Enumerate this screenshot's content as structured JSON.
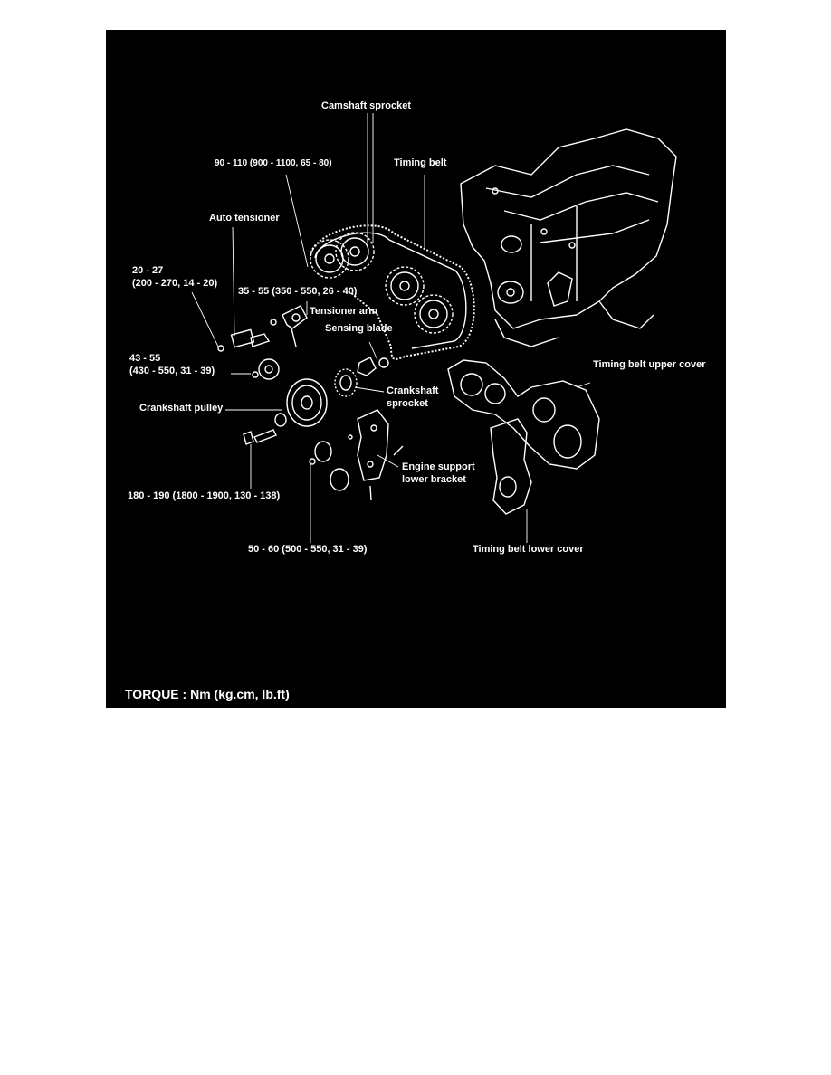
{
  "colors": {
    "background": "#000000",
    "lines": "#ffffff"
  },
  "labels": {
    "camshaft_sprocket": "Camshaft sprocket",
    "cam_torque": "90 - 110 (900 - 1100, 65 - 80)",
    "timing_belt": "Timing belt",
    "auto_tensioner": "Auto tensioner",
    "torque_20_27_line1": "20 - 27",
    "torque_20_27_line2": "(200 - 270, 14 - 20)",
    "torque_35_55": "35 - 55 (350 - 550, 26 - 40)",
    "tensioner_arm": "Tensioner arm",
    "sensing_blade": "Sensing blade",
    "torque_43_55_line1": "43 - 55",
    "torque_43_55_line2": "(430 - 550, 31 - 39)",
    "timing_belt_upper_cover": "Timing belt upper cover",
    "crankshaft_sprocket_line1": "Crankshaft",
    "crankshaft_sprocket_line2": "sprocket",
    "crankshaft_pulley": "Crankshaft pulley",
    "engine_support_line1": "Engine support",
    "engine_support_line2": "lower bracket",
    "torque_180_190": "180 - 190 (1800 - 1900, 130 - 138)",
    "torque_50_60": "50 - 60 (500 - 550, 31 - 39)",
    "timing_belt_lower_cover": "Timing belt lower cover"
  },
  "legend": {
    "torque_units": "TORQUE : Nm (kg.cm, lb.ft)"
  }
}
